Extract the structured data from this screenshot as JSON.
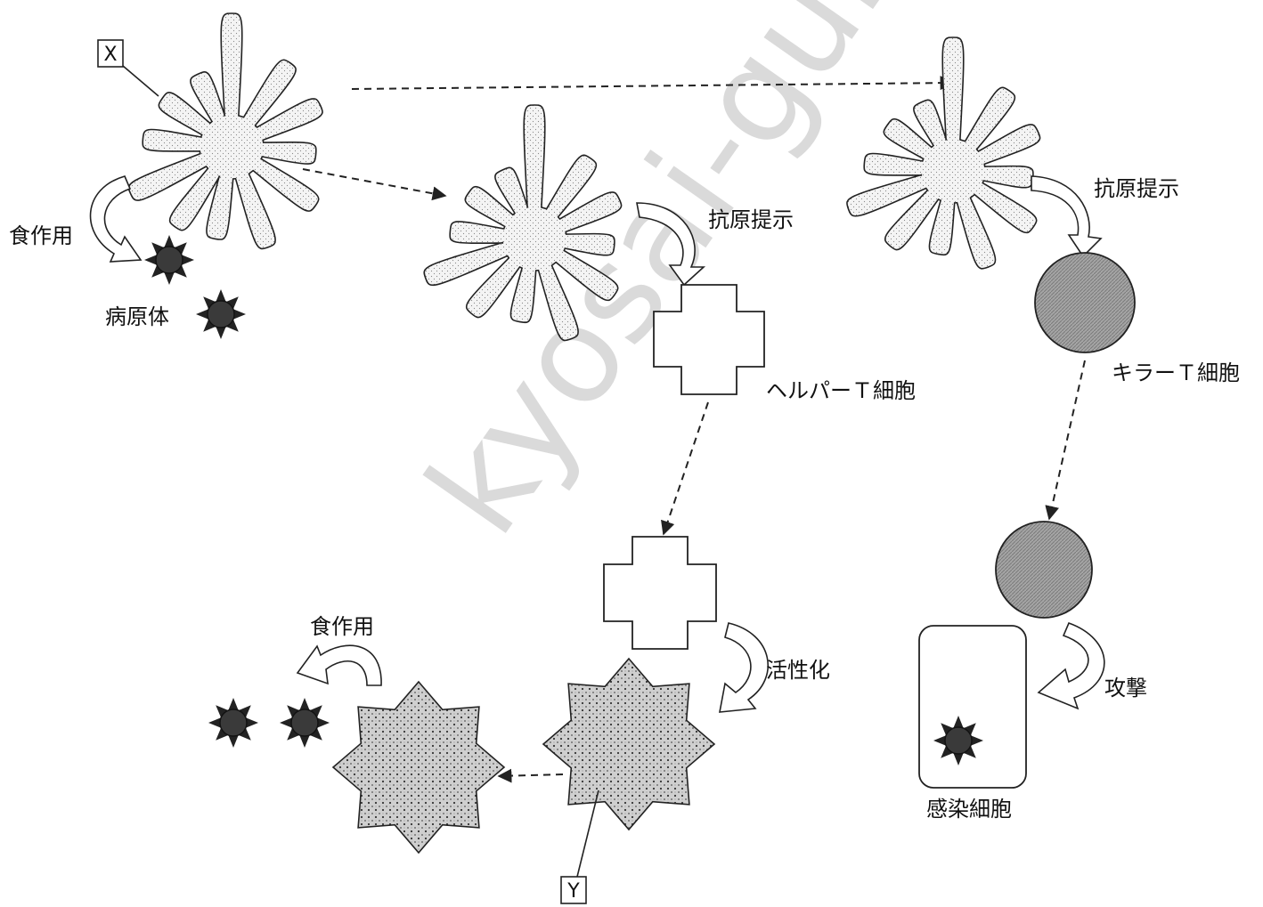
{
  "marker_x": "X",
  "marker_y": "Y",
  "labels": {
    "phagocytosis_1": "食作用",
    "pathogen": "病原体",
    "antigen_presentation_1": "抗原提示",
    "antigen_presentation_2": "抗原提示",
    "helper_t": "ヘルパーＴ細胞",
    "killer_t": "キラーＴ細胞",
    "activation": "活性化",
    "phagocytosis_2": "食作用",
    "attack": "攻撃",
    "infected_cell": "感染細胞"
  },
  "watermark": "kyosai-guild",
  "colors": {
    "line": "#222222",
    "dendritic_fill": "#f1f1f1",
    "pathogen_fill": "#3a3a3a",
    "killer_fill": "#9a9a9a",
    "macrophage_fill": "#c9c9c9"
  }
}
